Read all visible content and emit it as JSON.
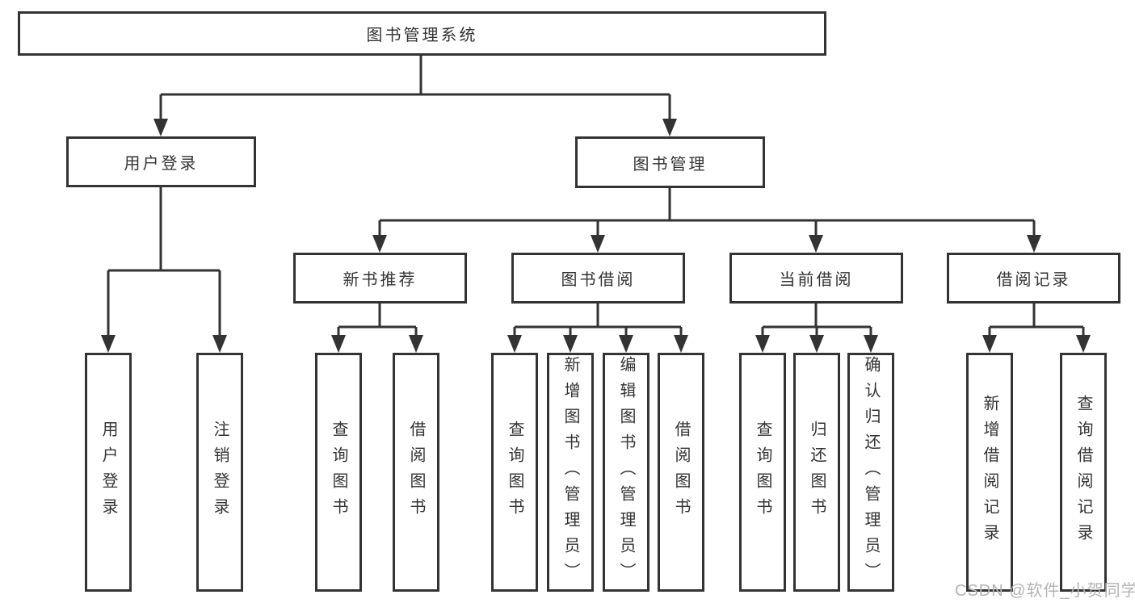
{
  "tree": {
    "root": "图书管理系统",
    "branches": [
      {
        "label": "用户登录",
        "children": [
          "用户登录",
          "注销登录"
        ]
      },
      {
        "label": "图书管理",
        "children": [
          {
            "label": "新书推荐",
            "children": [
              "查询图书",
              "借阅图书"
            ]
          },
          {
            "label": "图书借阅",
            "children": [
              "查询图书",
              "新增图书（管理员）",
              "编辑图书（管理员）",
              "借阅图书"
            ]
          },
          {
            "label": "当前借阅",
            "children": [
              "查询图书",
              "归还图书",
              "确认归还（管理员）"
            ]
          },
          {
            "label": "借阅记录",
            "children": [
              "新增借阅记录",
              "查询借阅记录"
            ]
          }
        ]
      }
    ]
  },
  "colors": {
    "line": "#333333",
    "text": "#333333",
    "watermark": "#b3b3b3"
  },
  "watermark": "CSDN @软件_小贺同学"
}
